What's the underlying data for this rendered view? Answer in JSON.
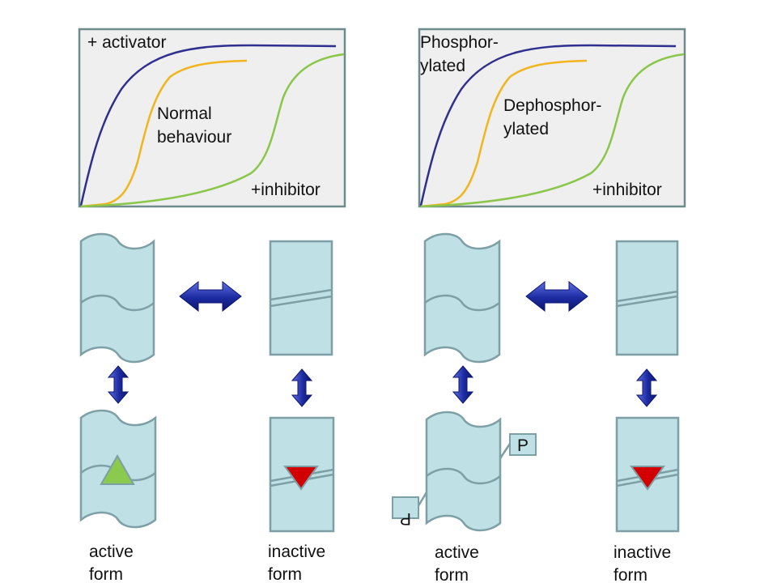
{
  "colors": {
    "panel_bg": "#efefef",
    "panel_border": "#6e8c8c",
    "curve_blue": "#2e2f8f",
    "curve_yellow": "#f2b51d",
    "curve_green": "#8ac64a",
    "protein_fill": "#bfe0e4",
    "protein_stroke": "#7d9fa6",
    "arrow_blue": "#1c2ba0",
    "inhibitor_red": "#d20000",
    "activator_green": "#8cc94f"
  },
  "left_graph": {
    "activator_label": "+ activator",
    "normal_line1": "Normal",
    "normal_line2": "behaviour",
    "inhibitor_label": "+inhibitor"
  },
  "right_graph": {
    "phos_line1": "Phosphor-",
    "phos_line2": "ylated",
    "dephos_line1": "Dephosphor-",
    "dephos_line2": "ylated",
    "inhibitor_label": "+inhibitor"
  },
  "bottom_labels": {
    "active_line1": "active",
    "active_line2": "form",
    "inactive_line1": "inactive",
    "inactive_line2": "form"
  },
  "phospho": {
    "tag": "P"
  },
  "icons": [
    "double-arrow-horizontal-icon",
    "double-arrow-vertical-icon",
    "activator-triangle-icon",
    "inhibitor-triangle-icon"
  ]
}
